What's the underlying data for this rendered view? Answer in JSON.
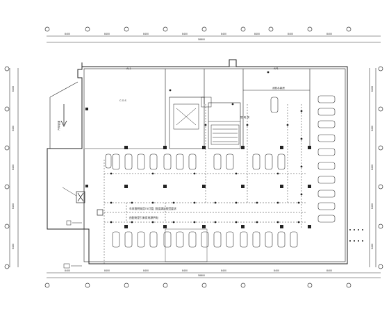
{
  "drawing": {
    "top_dims": [
      "8400",
      "8400",
      "8400",
      "8400",
      "8400",
      "8400",
      "8400",
      "8400"
    ],
    "top_total": "58800",
    "bottom_dims": [
      "8400",
      "8400",
      "8400",
      "8400",
      "8400",
      "8400",
      "8400"
    ],
    "bottom_total": "58800",
    "left_dims": [
      "8400",
      "8400",
      "8400",
      "8400",
      "8400"
    ],
    "right_dims": [
      "8400",
      "8400",
      "8400",
      "8400",
      "8400"
    ],
    "room_label_1": "C.O.S",
    "room_label_2": "消防水泵房",
    "room_label_3": "配 电 房",
    "ramp_label": "汽车坡道",
    "note_line_1": "车库照明采用T5灯管, 照度满足规范要求",
    "note_line_2": "由配电室引来双电源供电",
    "small_tag_1": "AL1",
    "small_tag_2": "AP1"
  }
}
